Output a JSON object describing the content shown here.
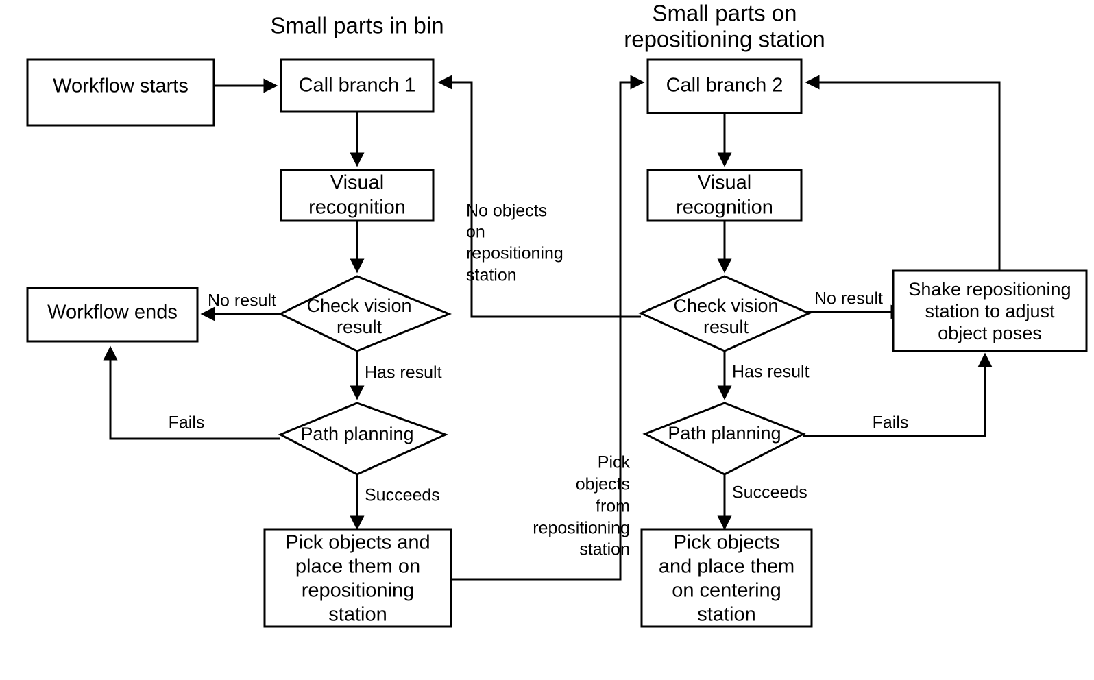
{
  "diagram": {
    "type": "flowchart",
    "title": "",
    "background": "#ffffff",
    "line_color": "#000000",
    "text_color": "#000000",
    "groups": [
      {
        "id": "group-left",
        "title_line_1": "Small parts in bin",
        "title_line_2": ""
      },
      {
        "id": "group-right",
        "title_line_1": "Small parts on",
        "title_line_2": "repositioning station"
      }
    ],
    "nodes": {
      "workflow_starts": {
        "label": "Workflow starts",
        "shape": "rect"
      },
      "call_branch_1": {
        "label": "Call branch 1",
        "shape": "rect"
      },
      "visual_recognition_1_line1": {
        "label": "Visual",
        "shape": "rect"
      },
      "visual_recognition_1_line2": {
        "label": "recognition",
        "shape": "rect"
      },
      "workflow_ends": {
        "label": "Workflow ends",
        "shape": "rect"
      },
      "check_vision_1_line1": {
        "label": "Check vision",
        "shape": "diamond"
      },
      "check_vision_1_line2": {
        "label": "result",
        "shape": "diamond"
      },
      "path_planning_1": {
        "label": "Path planning",
        "shape": "diamond"
      },
      "pick_place_repositioning": {
        "shape": "rect",
        "lines": [
          "Pick objects and",
          "place them on",
          "repositioning",
          "station"
        ]
      },
      "call_branch_2": {
        "label": "Call branch 2",
        "shape": "rect"
      },
      "visual_recognition_2_line1": {
        "label": "Visual",
        "shape": "rect"
      },
      "visual_recognition_2_line2": {
        "label": "recognition",
        "shape": "rect"
      },
      "check_vision_2_line1": {
        "label": "Check vision",
        "shape": "diamond"
      },
      "check_vision_2_line2": {
        "label": "result",
        "shape": "diamond"
      },
      "path_planning_2": {
        "label": "Path planning",
        "shape": "diamond"
      },
      "shake_repositioning": {
        "shape": "rect",
        "lines": [
          "Shake repositioning",
          "station to adjust",
          "object poses"
        ]
      },
      "pick_place_centering": {
        "shape": "rect",
        "lines": [
          "Pick objects",
          "and place them",
          "on centering",
          "station"
        ]
      }
    },
    "edge_labels": {
      "no_result_left": "No result",
      "has_result_left": "Has result",
      "fails_left": "Fails",
      "succeeds_left": "Succeeds",
      "no_result_right": "No result",
      "has_result_right": "Has result",
      "fails_right": "Fails",
      "succeeds_right": "Succeeds",
      "no_objects_on_repositioning_station": [
        "No objects",
        "on",
        "repositioning",
        "station"
      ],
      "pick_objects_from_repositioning_station": [
        "Pick",
        "objects",
        "from",
        "repositioning",
        "station"
      ]
    }
  }
}
